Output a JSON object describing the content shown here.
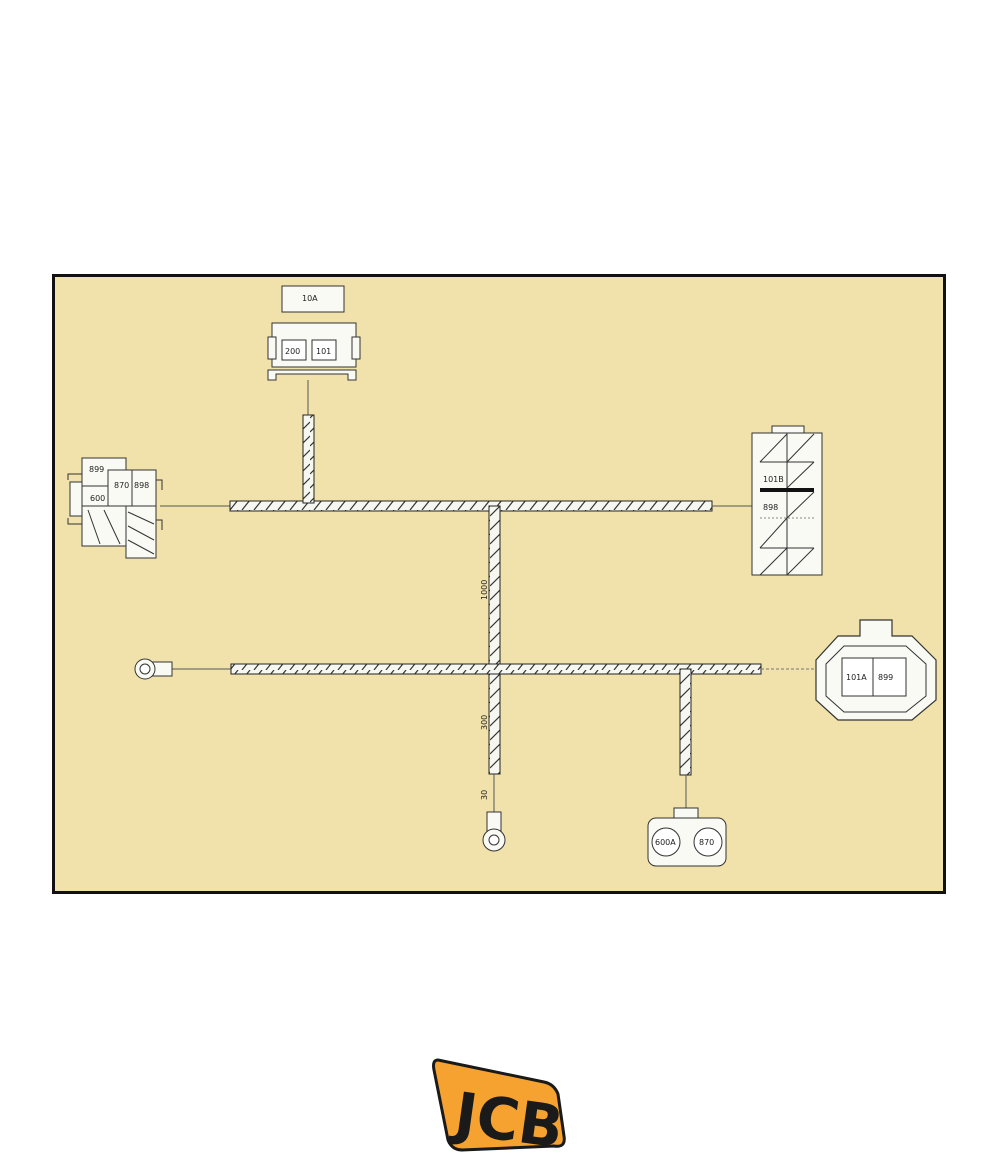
{
  "diagram": {
    "background_color": "#f0e2aa",
    "border_color": "#111111",
    "connectors": {
      "fuse_holder": {
        "rating": "10A",
        "pins": [
          "200",
          "101"
        ]
      },
      "left_relay_block": {
        "pins": [
          "899",
          "870",
          "898",
          "600"
        ]
      },
      "right_relay_block": {
        "pins": [
          "101B",
          "898"
        ]
      },
      "right_connector": {
        "pins": [
          "101A",
          "899"
        ]
      },
      "bottom_connector": {
        "pins": [
          "600A",
          "870"
        ]
      }
    },
    "harness_lengths": {
      "vertical_upper": "1000",
      "vertical_lower": "300",
      "tail": "30"
    },
    "ring_terminals": [
      "left-ring-terminal",
      "bottom-ring-terminal"
    ]
  },
  "logo": {
    "text": "JCB",
    "color": "#f6a230",
    "text_color": "#1a1a1a"
  }
}
